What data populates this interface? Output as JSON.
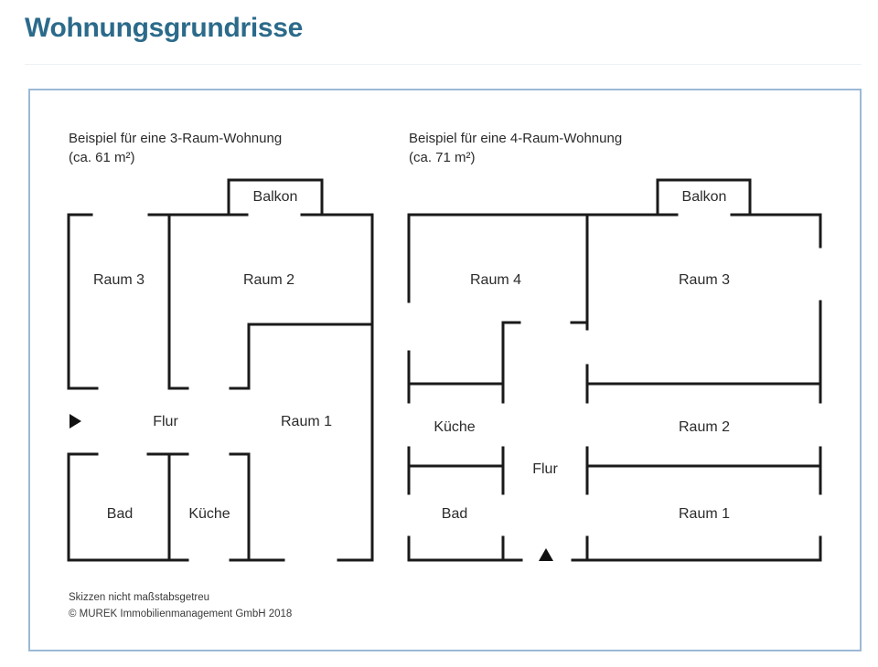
{
  "page": {
    "title": "Wohnungsgrundrisse"
  },
  "plan_3": {
    "heading": "Beispiel für eine 3-Raum-Wohnung",
    "area": "(ca. 61 m²)",
    "rooms": {
      "balkon": "Balkon",
      "raum3": "Raum 3",
      "raum2": "Raum 2",
      "flur": "Flur",
      "raum1": "Raum 1",
      "bad": "Bad",
      "kueche": "Küche"
    }
  },
  "plan_4": {
    "heading": "Beispiel für eine 4-Raum-Wohnung",
    "area": "(ca. 71 m²)",
    "rooms": {
      "balkon": "Balkon",
      "raum4": "Raum 4",
      "raum3": "Raum 3",
      "kueche": "Küche",
      "raum2": "Raum 2",
      "flur": "Flur",
      "bad": "Bad",
      "raum1": "Raum 1"
    }
  },
  "footer": {
    "note": "Skizzen nicht maßstabsgetreu",
    "copyright": "© MUREK Immobilienmanagement GmbH 2018"
  },
  "icons": {
    "entrance_3": "triangle-right",
    "entrance_4": "triangle-up"
  }
}
